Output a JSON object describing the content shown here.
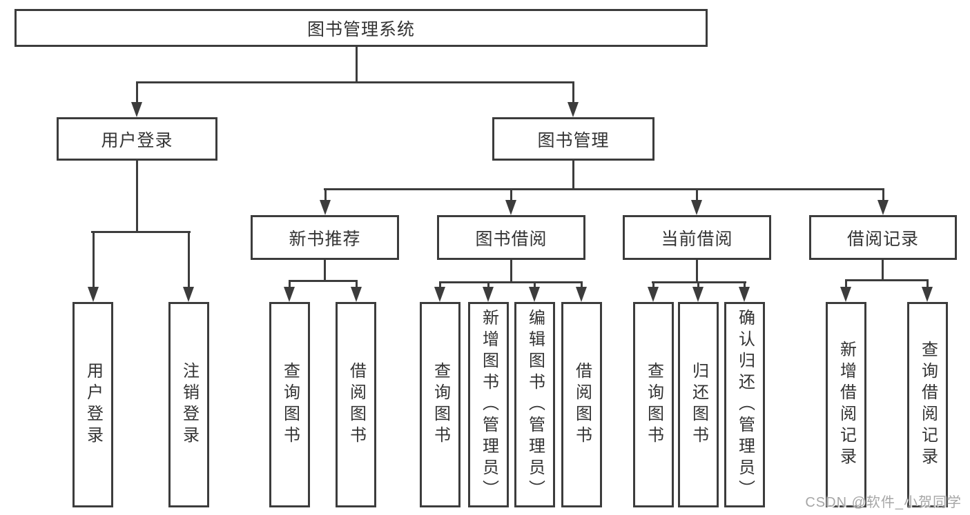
{
  "tree": {
    "root": {
      "label": "图书管理系统"
    },
    "branches": [
      {
        "label": "用户登录",
        "children": [
          "用户登录",
          "注销登录"
        ]
      },
      {
        "label": "图书管理",
        "sections": [
          {
            "label": "新书推荐",
            "children": [
              "查询图书",
              "借阅图书"
            ]
          },
          {
            "label": "图书借阅",
            "children": [
              "查询图书",
              "新增图书（管理员）",
              "编辑图书（管理员）",
              "借阅图书"
            ]
          },
          {
            "label": "当前借阅",
            "children": [
              "查询图书",
              "归还图书",
              "确认归还（管理员）"
            ]
          },
          {
            "label": "借阅记录",
            "children": [
              "新增借阅记录",
              "查询借阅记录"
            ]
          }
        ]
      }
    ]
  },
  "watermark": {
    "text": "CSDN @软件_小贺同学"
  },
  "colors": {
    "line": "#3c3c3c",
    "text": "#333333",
    "watermark": "#a6a6a6",
    "background": "#ffffff"
  }
}
